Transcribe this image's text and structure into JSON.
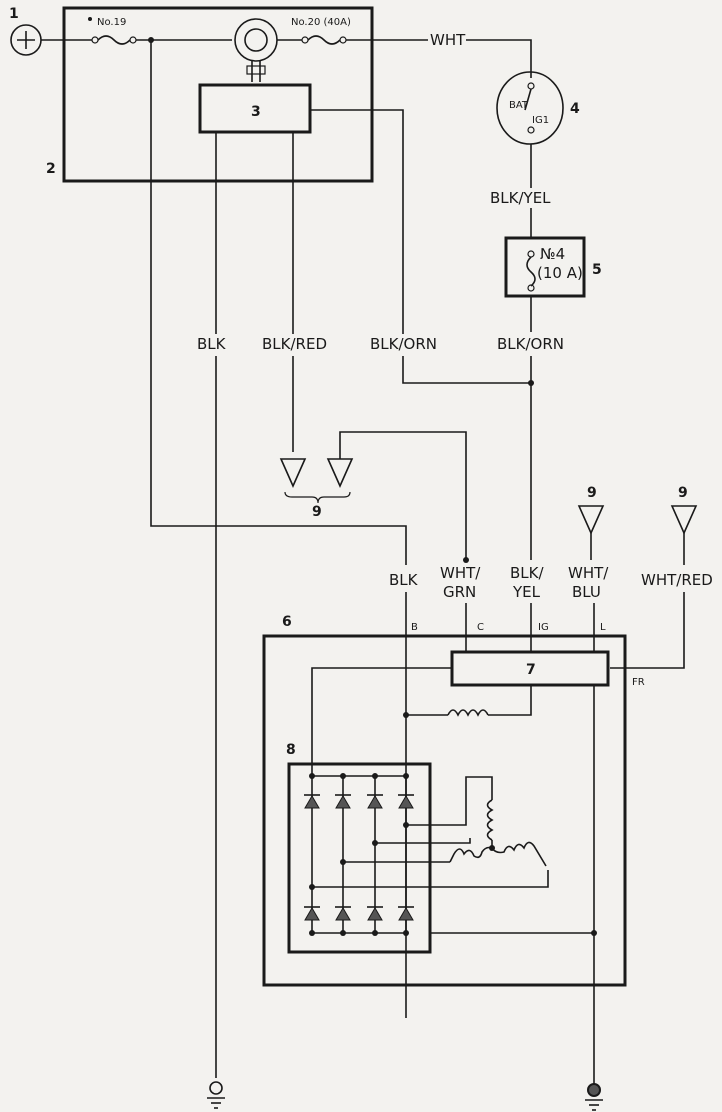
{
  "callouts": {
    "n1": "1",
    "n2": "2",
    "n3": "3",
    "n4": "4",
    "n5": "5",
    "n6": "6",
    "n7": "7",
    "n8": "8",
    "n9a": "9",
    "n9b": "9",
    "n9c": "9"
  },
  "fuses": {
    "f19": "No.19",
    "f20": "No.20 (40A)",
    "f4_line1": "№4",
    "f4_line2": "(10 A)"
  },
  "switch": {
    "bat": "BAT",
    "ig1": "IG1"
  },
  "wires": {
    "wht": "WHT",
    "blk_yel_top": "BLK/YEL",
    "blk": "BLK",
    "blk_red": "BLK/RED",
    "blk_orn_left": "BLK/ORN",
    "blk_orn_right": "BLK/ORN",
    "blk_low": "BLK",
    "wht_grn_1": "WHT/",
    "wht_grn_2": "GRN",
    "blk_yel_1": "BLK/",
    "blk_yel_2": "YEL",
    "wht_blu_1": "WHT/",
    "wht_blu_2": "BLU",
    "wht_red": "WHT/RED"
  },
  "terminals": {
    "b": "B",
    "c": "C",
    "ig": "IG",
    "l": "L",
    "fr": "FR"
  }
}
